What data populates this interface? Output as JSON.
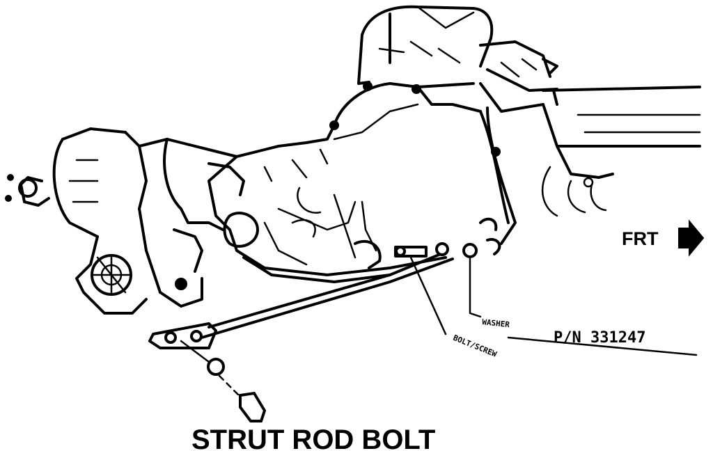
{
  "labels": {
    "strut_rod_bolt": "STRUT ROD BOLT",
    "front": "FRT",
    "part_number": "P/N 331247",
    "washer": "WASHER",
    "bolt_screw": "BOLT/SCREW"
  },
  "colors": {
    "ink": "#000000",
    "paper": "#ffffff"
  },
  "icons": {
    "front_arrow": "right-arrow-icon"
  }
}
